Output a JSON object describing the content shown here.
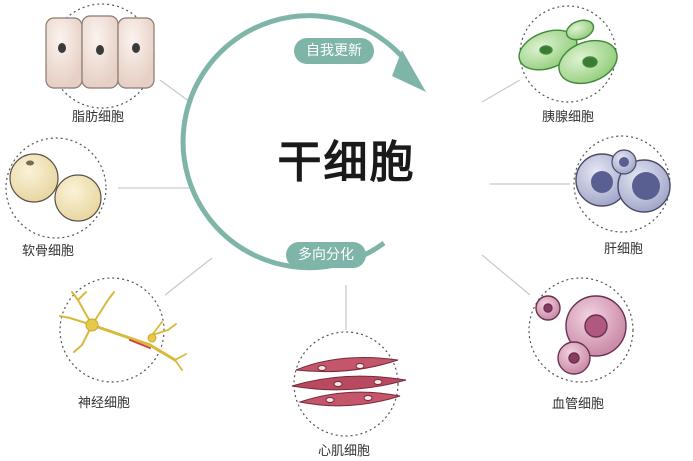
{
  "title": "干细胞",
  "cycle": {
    "top_label": "自我更新",
    "bottom_label": "多向分化"
  },
  "colors": {
    "accent": "#7fb5a8",
    "line": "#c9c9c9"
  },
  "cells": [
    {
      "id": "fat",
      "label": "脂肪细胞"
    },
    {
      "id": "cartilage",
      "label": "软骨细胞"
    },
    {
      "id": "nerve",
      "label": "神经细胞"
    },
    {
      "id": "heart",
      "label": "心肌细胞"
    },
    {
      "id": "pancreas",
      "label": "胰腺细胞"
    },
    {
      "id": "liver",
      "label": "肝细胞"
    },
    {
      "id": "blood",
      "label": "血管细胞"
    }
  ]
}
